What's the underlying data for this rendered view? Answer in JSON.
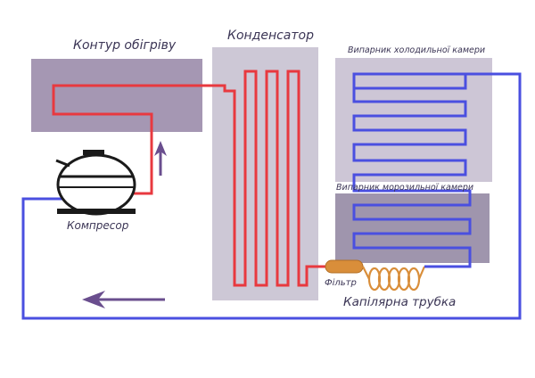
{
  "labels": {
    "heating_circuit": "Контур обігріву",
    "condenser": "Конденсатор",
    "fridge_evaporator": "Випарник холодильної камери",
    "freezer_evaporator": "Випарник морозильної камери",
    "compressor": "Компресор",
    "filter": "Фільтр",
    "capillary_tube": "Капілярна трубка"
  },
  "colors": {
    "hot_pipe": "#e8393f",
    "cold_pipe": "#4a4fe0",
    "panel_heating": "#a597b3",
    "panel_condenser": "#cdc8d6",
    "panel_fridge": "#cdc6d6",
    "panel_freezer": "#9f95ad",
    "filter": "#d98e3a",
    "arrow": "#6a4e8e"
  }
}
